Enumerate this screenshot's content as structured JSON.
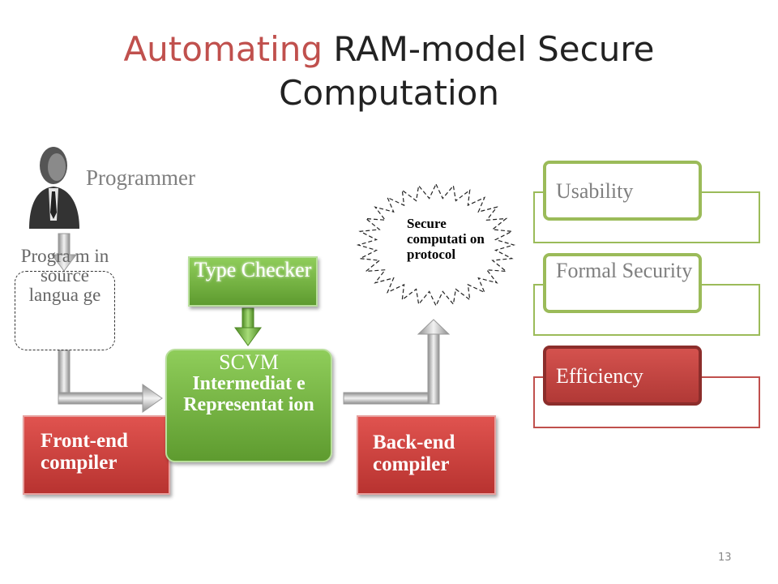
{
  "slide": {
    "title_highlight": "Automating",
    "title_rest": " RAM-model Secure",
    "title_line2": "Computation",
    "page_number": "13"
  },
  "diagram": {
    "programmer_label": "Programmer",
    "source_program": "Progra m in source langua ge",
    "front_end": "Front-end compiler",
    "type_checker": "Type Checker",
    "scvm_title": "SCVM",
    "scvm_body": "Intermediat e Representat ion",
    "back_end": "Back-end compiler",
    "protocol": "Secure computati on protocol"
  },
  "goals": {
    "usability": "Usability",
    "formal_security": "Formal Security",
    "efficiency": "Efficiency"
  },
  "colors": {
    "accent_red": "#c0504d",
    "accent_green": "#9bbb59"
  },
  "icons": {
    "programmer": "person-icon"
  }
}
